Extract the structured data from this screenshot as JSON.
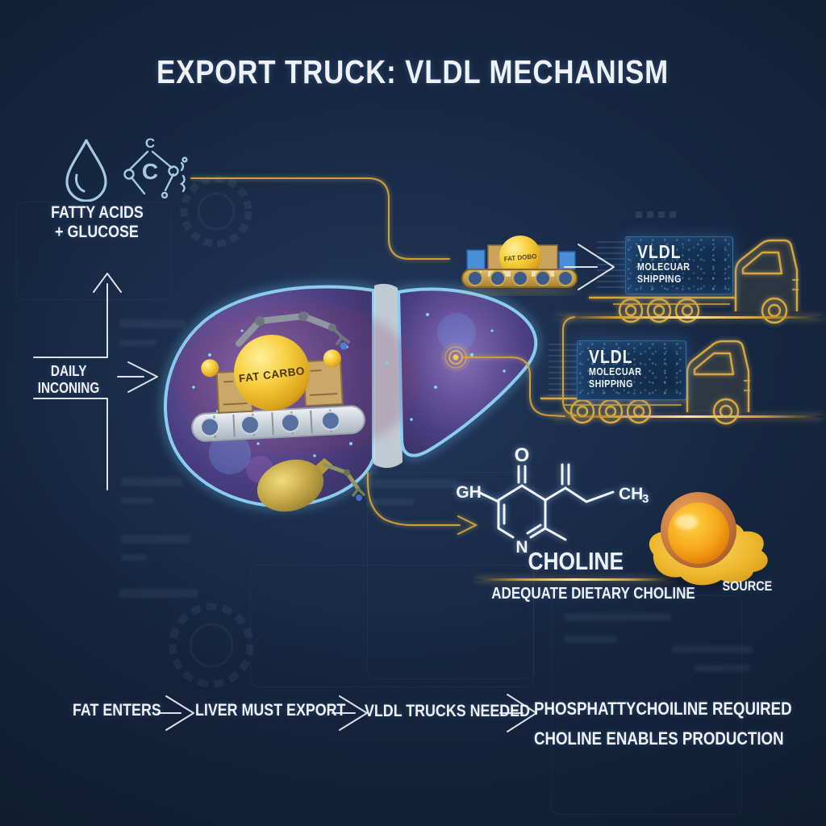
{
  "title": "EXPORT TRUCK: VLDL MECHANISM",
  "inputs": {
    "line1": "FATTY ACIDS",
    "line2": "+ GLUCOSE",
    "molecule_c_top": "C",
    "molecule_c_center": "C"
  },
  "incoming": {
    "line1": "DAILY",
    "line2": "INCONING"
  },
  "liver": {
    "cargo_label": "FAT CARBO"
  },
  "mini_conveyor": {
    "cargo_label": "FAT DOBO"
  },
  "truck_top": {
    "line1": "VLDL",
    "line2": "MOLECUAR",
    "line3": "SHIPPING"
  },
  "truck_mid": {
    "line1": "VLDL",
    "line2": "MOLECUAR",
    "line3": "SHIPPING"
  },
  "choline": {
    "o": "O",
    "gh": "GH",
    "ch": "CH",
    "sub3": "3",
    "n": "N",
    "name": "CHOLINE",
    "subtitle": "ADEQUATE DIETARY CHOLINE"
  },
  "egg": {
    "label": "SOURCE"
  },
  "flow": {
    "step1": "FAT ENTERS",
    "step2": "LIVER MUST EXPORT",
    "step3": "VLDL TRUCKS NEEDED",
    "final1": "PHOSPHATTYCHOILINE REQUIRED",
    "final2": "CHOLINE ENABLES PRODUCTION"
  },
  "colors": {
    "background": "#15253c",
    "gold": "#cfa037",
    "light_blue": "#a6c9e2",
    "text_white": "#eef1f5",
    "trailer_blue": "#173458",
    "sphere_yellow": "#f2c73a",
    "yolk_orange": "#ef9415"
  }
}
